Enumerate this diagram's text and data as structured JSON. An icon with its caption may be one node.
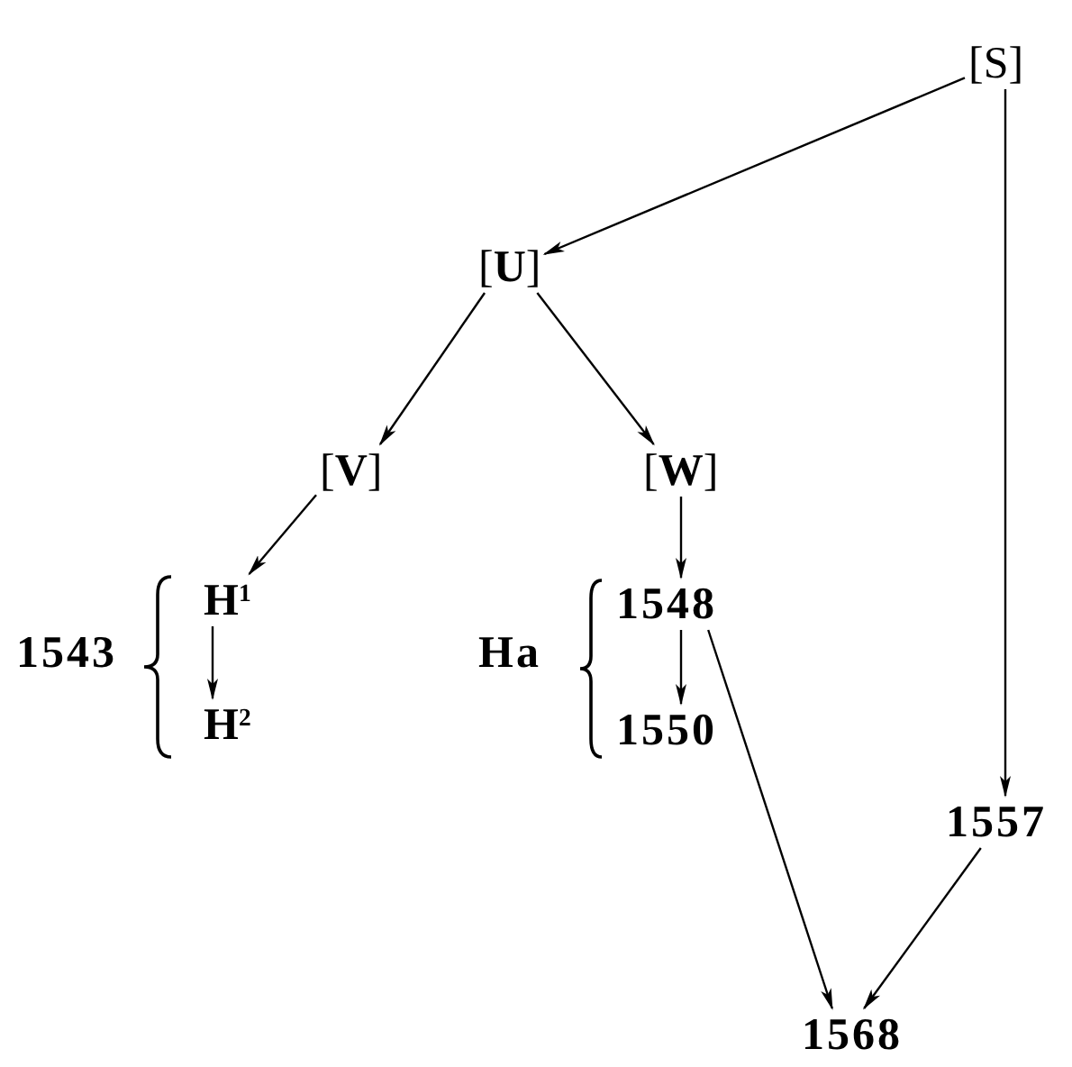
{
  "diagram": {
    "nodes": [
      {
        "text": [
          "[S]"
        ]
      },
      {
        "text": [
          "[**U**]"
        ]
      },
      {
        "text": [
          "[**V**]"
        ]
      },
      {
        "text": [
          "[**W**]"
        ]
      },
      {
        "text": [
          "H$^{1}$"
        ]
      },
      {
        "text": [
          "H$^{2}$"
        ]
      },
      {
        "text": [
          "1548"
        ]
      },
      {
        "text": [
          "1550"
        ]
      },
      {
        "text": [
          "1557"
        ]
      },
      {
        "text": [
          "1568"
        ]
      }
    ],
    "edges": [
      {
        "from": 0,
        "to": 1,
        "arrow": "to"
      },
      {
        "from": 0,
        "to": 8,
        "arrow": "to"
      },
      {
        "from": 1,
        "to": 2,
        "arrow": "to"
      },
      {
        "from": 1,
        "to": 3,
        "arrow": "to"
      },
      {
        "from": 2,
        "to": 4,
        "arrow": "to"
      },
      {
        "from": 3,
        "to": 6,
        "arrow": "to"
      },
      {
        "from": 4,
        "to": 5,
        "arrow": "to"
      },
      {
        "from": 6,
        "to": 7,
        "arrow": "to"
      },
      {
        "from": 6,
        "to": 9,
        "arrow": "to"
      },
      {
        "from": 8,
        "to": 9,
        "arrow": "to"
      }
    ],
    "labels": [
      "1543",
      "Ha"
    ]
  }
}
